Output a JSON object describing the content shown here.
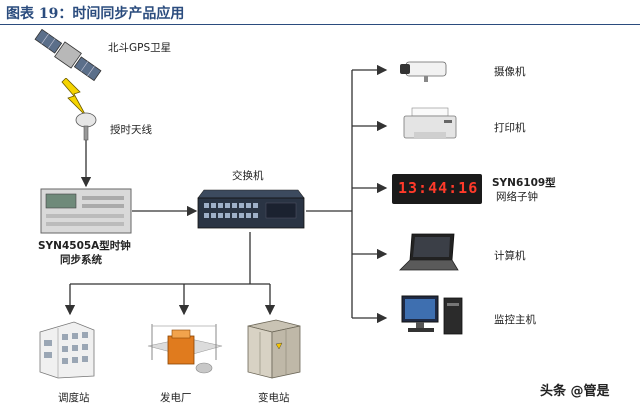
{
  "figure": {
    "title": "图表 19：时间同步产品应用"
  },
  "nodes": {
    "satellite": {
      "label": "北斗GPS卫星"
    },
    "antenna": {
      "label": "授时天线"
    },
    "clock_system": {
      "label_line1": "SYN4505A型时钟",
      "label_line2": "同步系统"
    },
    "switch": {
      "label": "交换机"
    },
    "camera": {
      "label": "摄像机"
    },
    "printer": {
      "label": "打印机"
    },
    "network_clock": {
      "label_line1": "SYN6109型",
      "label_line2": "网络子钟",
      "display": "13:44:16"
    },
    "computer": {
      "label": "计算机"
    },
    "monitor_host": {
      "label": "监控主机"
    },
    "dispatch_station": {
      "label": "调度站"
    },
    "power_plant": {
      "label": "发电厂"
    },
    "substation": {
      "label": "变电站"
    }
  },
  "watermark": {
    "text": "头条 @管是"
  },
  "colors": {
    "title": "#2b4c7e",
    "lightning": "#f5d400",
    "clock_digits": "#ff3a2a"
  }
}
